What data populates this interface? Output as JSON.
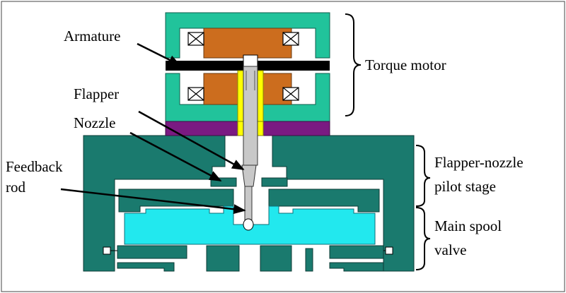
{
  "labels": {
    "armature": "Armature",
    "flapper": "Flapper",
    "nozzle": "Nozzle",
    "feedback_rod_line1": "Feedback",
    "feedback_rod_line2": "rod",
    "torque_motor": "Torque motor",
    "pilot_stage_line1": "Flapper-nozzle",
    "pilot_stage_line2": "pilot stage",
    "main_spool_line1": "Main spool",
    "main_spool_line2": "valve"
  },
  "colors": {
    "housing": "#1a7a6e",
    "motor_frame": "#21c39b",
    "pole_piece": "#cc6d1e",
    "armature": "#000000",
    "magnet": "#7a1a82",
    "flexure": "#ffff00",
    "flapper_rod": "#c8c8c8",
    "spool": "#22e8ee"
  }
}
